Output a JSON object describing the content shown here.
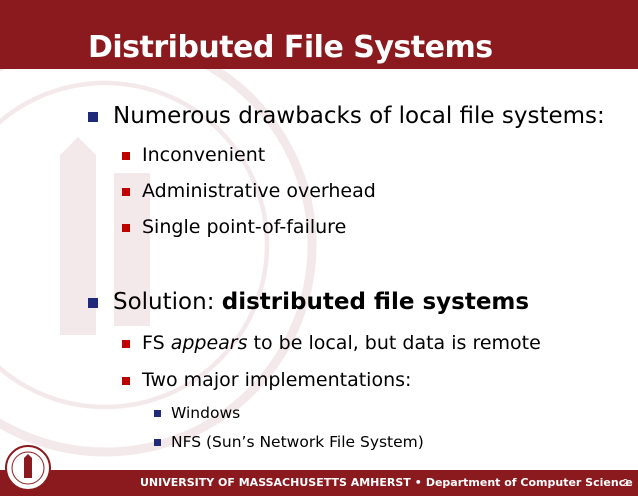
{
  "slide": {
    "title": "Distributed File Systems",
    "page_number": "2"
  },
  "bullets": {
    "b1": "Numerous drawbacks of local file systems:",
    "b1_1": "Inconvenient",
    "b1_2": "Administrative overhead",
    "b1_3": "Single point-of-failure",
    "b2_prefix": "Solution: ",
    "b2_bold": "distributed file systems",
    "b2_1_pre": "FS ",
    "b2_1_em": "appears",
    "b2_1_post": " to be local, but data is remote",
    "b2_2": "Two major implementations:",
    "b2_2_1": "Windows",
    "b2_2_2": "NFS (Sun’s Network File System)"
  },
  "footer": {
    "university": "UNIVERSITY OF MASSACHUSETTS AMHERST",
    "separator": "•",
    "department": "Department of Computer Science"
  },
  "colors": {
    "maroon": "#8b1a1f",
    "bullet_blue": "#1f2a7a",
    "bullet_red": "#c00000"
  },
  "icons": {
    "watermark": "massachusetts-seal-watermark",
    "logo": "umass-seal-logo"
  }
}
